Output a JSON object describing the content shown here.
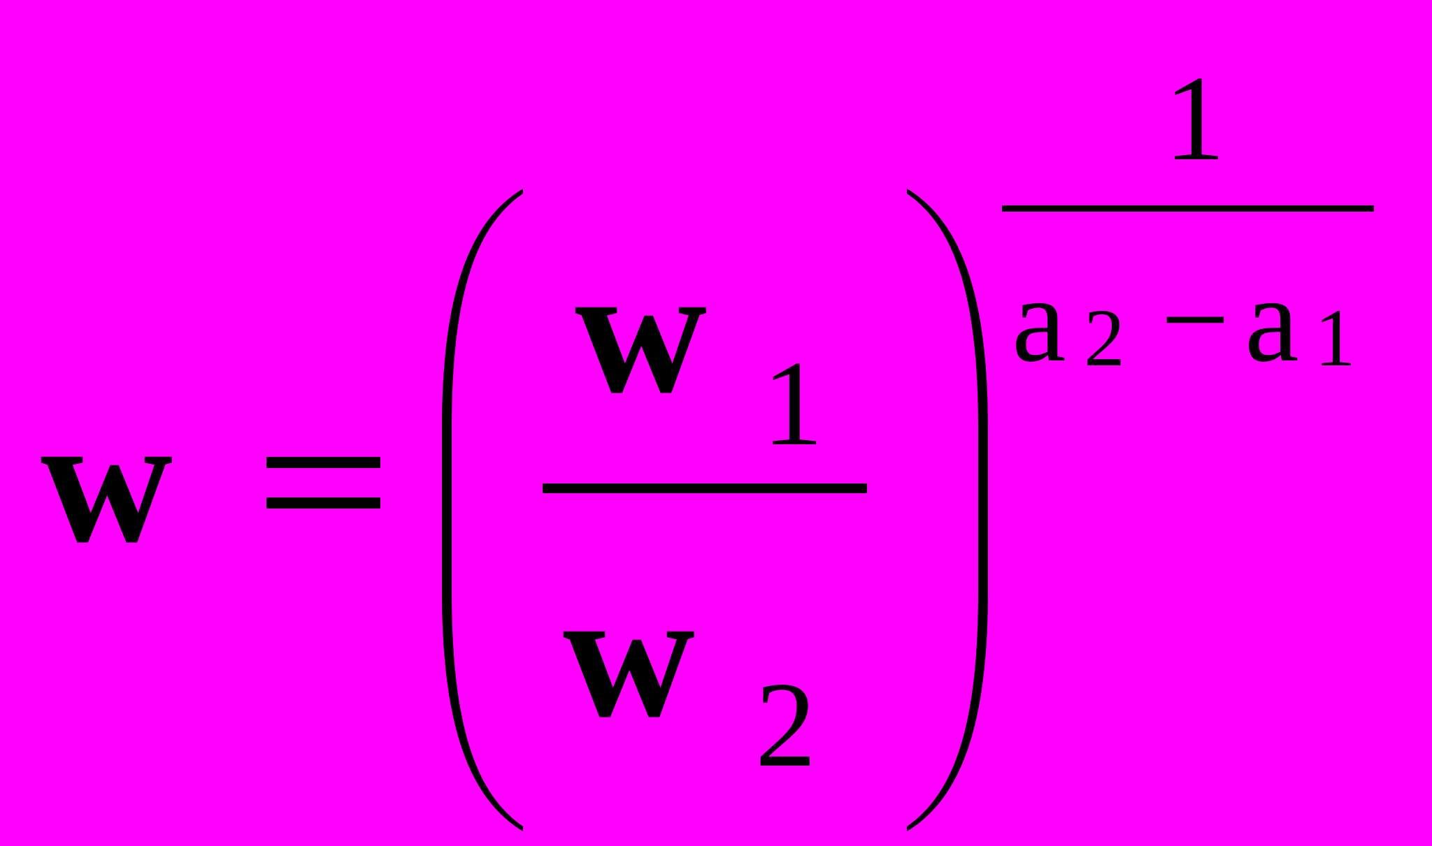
{
  "formula": {
    "lhs": "w",
    "equals": "=",
    "numerator": {
      "symbol": "w",
      "index": "1"
    },
    "denominator": {
      "symbol": "w",
      "index": "2"
    },
    "exponent": {
      "numerator": "1",
      "denominator": {
        "term1": {
          "symbol": "a",
          "index": "2"
        },
        "minus": "−",
        "term2": {
          "symbol": "a",
          "index": "1"
        }
      }
    }
  },
  "colors": {
    "background": "#ff00ff",
    "ink": "#000000"
  }
}
